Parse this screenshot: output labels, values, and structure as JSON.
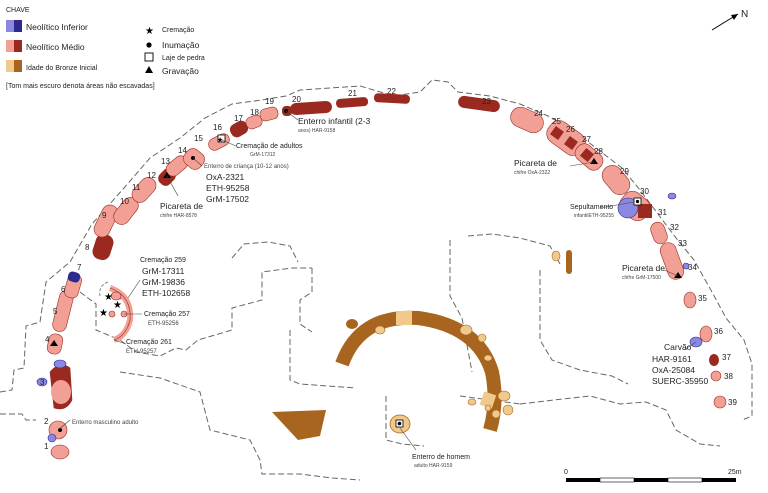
{
  "legend": {
    "key_label": "CHAVE",
    "periods": [
      {
        "label": "Neolítico Inferior",
        "light": "#8a88e0",
        "dark": "#2c2a8c"
      },
      {
        "label": "Neolítico Médio",
        "light": "#f2a095",
        "dark": "#9a2a1f"
      },
      {
        "label": "Idade do Bronze Inicial",
        "light": "#f1c98b",
        "dark": "#a8651f"
      }
    ],
    "symbols": [
      {
        "kind": "star",
        "label": "Cremação"
      },
      {
        "kind": "dot",
        "label": "Inumação"
      },
      {
        "kind": "square",
        "label": "Laje de pedra"
      },
      {
        "kind": "triangle",
        "label": "Gravação"
      }
    ],
    "note": "[Tom mais escuro denota áreas não escavadas]"
  },
  "north": "N",
  "scale": {
    "start": "0",
    "end": "25m"
  },
  "pit_numbers": [
    "1",
    "2",
    "3",
    "4",
    "5",
    "6",
    "7",
    "8",
    "9",
    "10",
    "11",
    "12",
    "13",
    "14",
    "15",
    "16",
    "17",
    "18",
    "19",
    "20",
    "21",
    "22",
    "23",
    "24",
    "25",
    "26",
    "27",
    "28",
    "29",
    "30",
    "31",
    "32",
    "33",
    "34",
    "35",
    "36",
    "37",
    "38",
    "39"
  ],
  "annotations": {
    "enterro_infantil": "Enterro infantil (2-3",
    "enterro_infantil_sub": "anos) HAR-9158",
    "cremacao_adultos": "Cremação de adultos",
    "cremacao_adultos_sub": "GrM-17312",
    "enterro_crianca": "Enterro de criança (10-12 anos)",
    "enterro_crianca_c1": "OxA-2321",
    "enterro_crianca_c2": "ETH-95258",
    "enterro_crianca_c3": "GrM-17502",
    "picareta_west": "Picareta de",
    "picareta_west_sub": "chifre HAR-8578",
    "crem259": "Cremação 259",
    "crem259_c1": "GrM-17311",
    "crem259_c2": "GrM-19836",
    "crem259_c3": "ETH-102658",
    "crem257": "Cremação 257",
    "crem257_sub": "ETH-95256",
    "crem261": "Cremação 261",
    "crem261_sub": "ETH-95257",
    "enterro_masculino": "Enterro masculino adulto",
    "picareta_25": "Picareta de",
    "picareta_25_sub": "chifre OxA-2322",
    "sepultamento": "Sepultamento",
    "sepultamento_sub": "infantilETH-95255",
    "picareta_33": "Picareta de",
    "picareta_33_sub": "chifre GrM-17500",
    "carvao": "Carvão",
    "carvao_c1": "HAR-9161",
    "carvao_c2": "OxA-25084",
    "carvao_c3": "SUERC-35950",
    "enterro_homem": "Enterro de homem",
    "enterro_homem_sub": "adulto HAR-9159"
  }
}
